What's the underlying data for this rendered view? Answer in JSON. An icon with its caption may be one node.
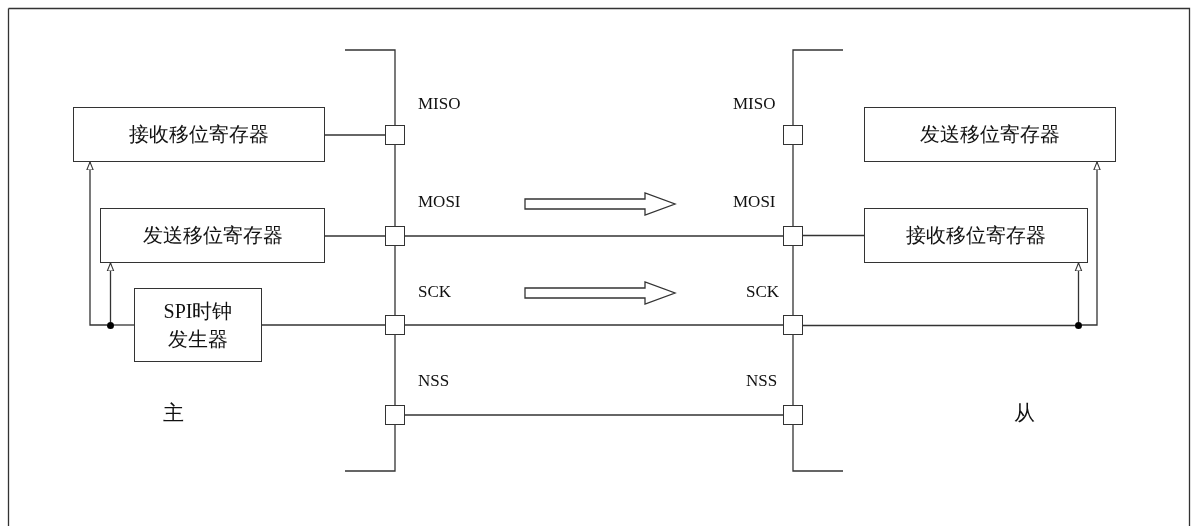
{
  "diagram": {
    "nodes": [
      {
        "text": [
          "接收移位寄存器"
        ]
      },
      {
        "text": [
          "发送移位寄存器"
        ]
      },
      {
        "text": [
          "SPI时钟发生器"
        ]
      },
      {
        "text": [],
        "shape": "box"
      },
      {
        "text": [],
        "shape": "box"
      },
      {
        "text": [],
        "shape": "box"
      },
      {
        "text": [],
        "shape": "box"
      },
      {
        "text": [],
        "shape": "box"
      },
      {
        "text": [],
        "shape": "box"
      },
      {
        "text": [],
        "shape": "box"
      },
      {
        "text": [],
        "shape": "box"
      },
      {
        "text": [
          "发送移位寄存器"
        ]
      },
      {
        "text": [
          "接收移位寄存器"
        ]
      },
      {
        "text": [],
        "shape": "circle"
      },
      {
        "text": [],
        "shape": "circle"
      }
    ],
    "edges": [
      {
        "from": 0,
        "to": 3,
        "arrow": "none"
      },
      {
        "from": 1,
        "to": 4,
        "arrow": "none"
      },
      {
        "from": 2,
        "to": 5,
        "arrow": "none"
      },
      {
        "from": 4,
        "to": 8,
        "arrow": "none"
      },
      {
        "from": 5,
        "to": 9,
        "arrow": "none"
      },
      {
        "from": 6,
        "to": 10,
        "arrow": "none"
      },
      {
        "from": 8,
        "to": 12,
        "arrow": "none"
      },
      {
        "from": 13,
        "to": 2,
        "arrow": "none"
      },
      {
        "from": 13,
        "to": 0,
        "arrow": "to"
      },
      {
        "from": 13,
        "to": 1,
        "arrow": "to"
      },
      {
        "from": 9,
        "to": 14,
        "arrow": "none"
      },
      {
        "from": 14,
        "to": 12,
        "arrow": "to"
      },
      {
        "from": 14,
        "to": 11,
        "arrow": "to"
      }
    ],
    "labels": [
      "MISO",
      "MISO",
      "MOSI",
      "MOSI",
      "SCK",
      "SCK",
      "NSS",
      "NSS",
      "主",
      "从"
    ]
  }
}
